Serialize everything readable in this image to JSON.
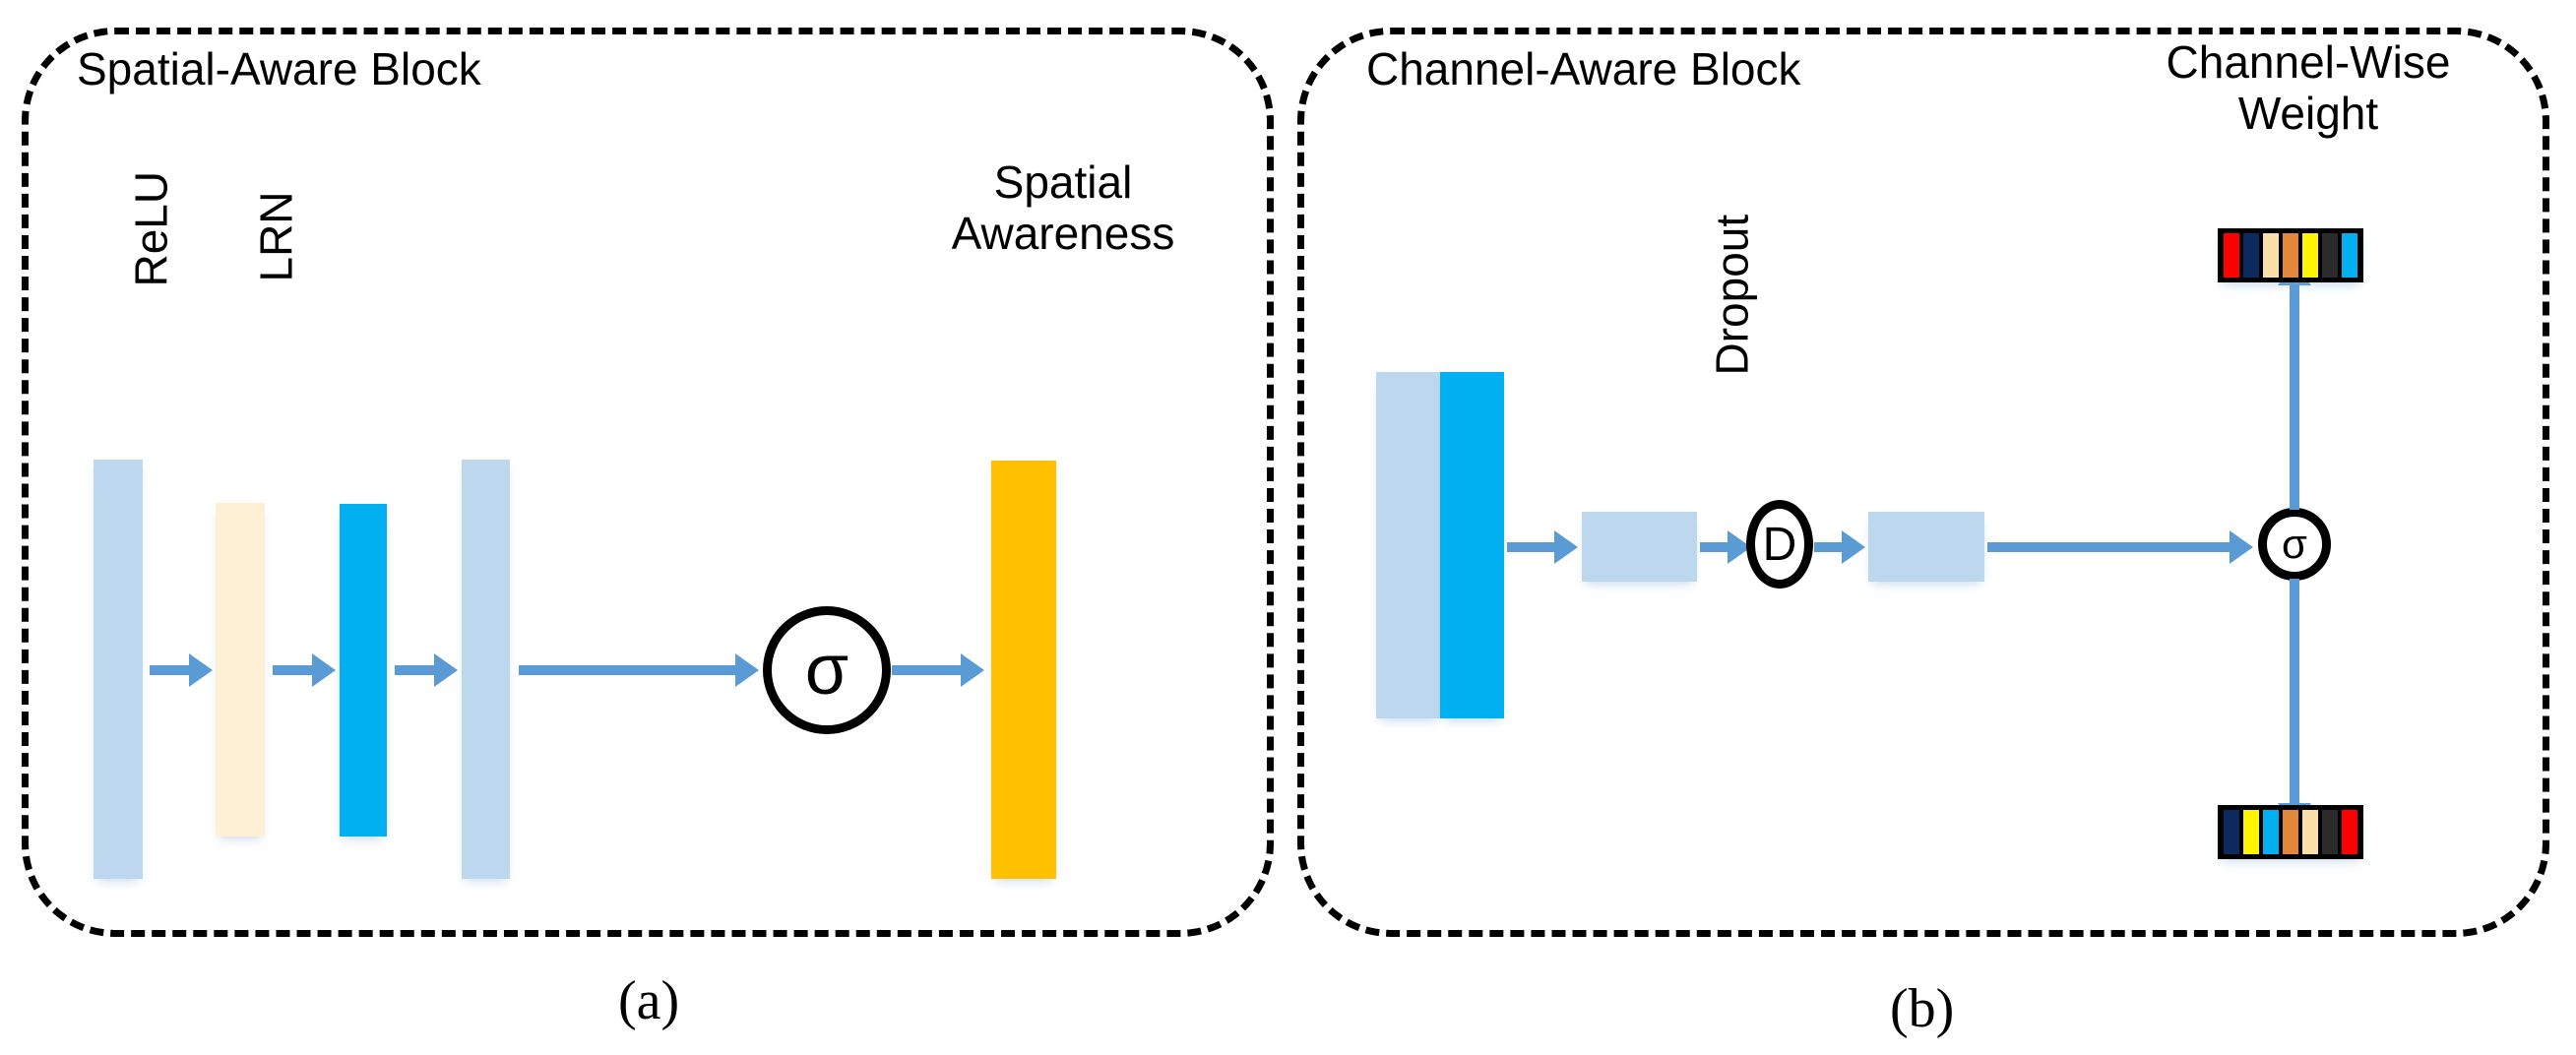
{
  "figure": {
    "panels": [
      {
        "id": "a",
        "caption": "(a)",
        "title": "Spatial-Aware Block",
        "labels": {
          "relu": "ReLU",
          "lrn": "LRN",
          "output": "Spatial\nAwareness",
          "sigma": "σ"
        },
        "bars": [
          {
            "name": "input-feature-bar",
            "color": "#bdd7ee"
          },
          {
            "name": "relu-feature-bar",
            "color": "#fdf0d5"
          },
          {
            "name": "lrn-feature-bar",
            "color": "#00b0f0"
          },
          {
            "name": "post-lrn-feature-bar",
            "color": "#bdd7ee"
          },
          {
            "name": "spatial-awareness-bar",
            "color": "#ffc000"
          }
        ]
      },
      {
        "id": "b",
        "caption": "(b)",
        "title": "Channel-Aware Block",
        "labels": {
          "dropout": "Dropout",
          "dropout_node": "D",
          "weight": "Channel-Wise\nWeight",
          "sigma": "σ"
        },
        "bars": [
          {
            "name": "input-feature-bar-light",
            "color": "#bdd7ee"
          },
          {
            "name": "input-feature-bar-cyan",
            "color": "#00b0f0"
          },
          {
            "name": "fc1-box",
            "color": "#bdd7ee"
          },
          {
            "name": "fc2-box",
            "color": "#bdd7ee"
          }
        ]
      }
    ],
    "channel_weight_strips": {
      "top": {
        "name": "channel-wise-weight-top",
        "segments": [
          "#fe0000",
          "#0d2a5e",
          "#fbdfa8",
          "#e3873a",
          "#fff500",
          "#2b2b2b",
          "#00b0f0"
        ]
      },
      "bottom": {
        "name": "channel-wise-weight-bottom",
        "segments": [
          "#0d2a5e",
          "#fff500",
          "#00b0f0",
          "#e3873a",
          "#fbdfa8",
          "#2b2b2b",
          "#fe0000"
        ]
      }
    },
    "colors": {
      "arrow": "#5b9bd5",
      "light_blue": "#bdd7ee",
      "cyan": "#00b0f0",
      "cream": "#fdf0d5",
      "orange": "#ffc000",
      "outline": "#000000",
      "background": "#ffffff"
    }
  }
}
